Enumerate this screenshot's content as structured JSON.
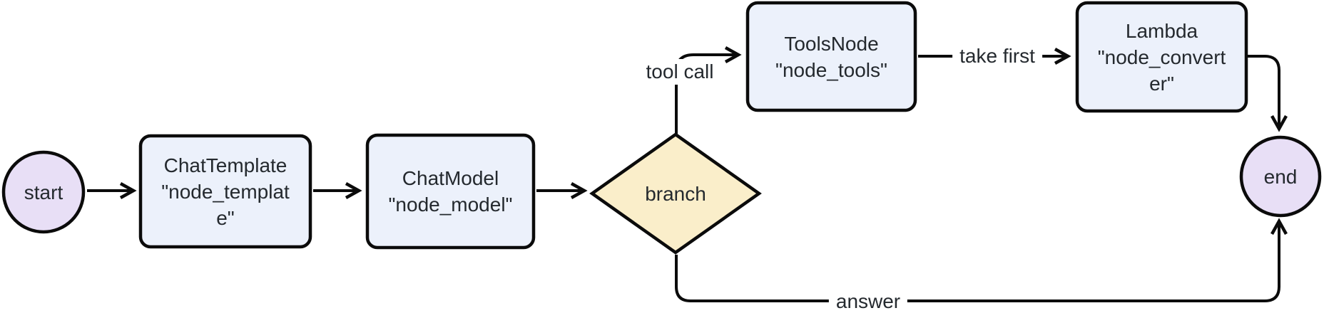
{
  "diagram": {
    "kind": "flowchart",
    "direction": "left-to-right",
    "nodes": [
      {
        "id": "start",
        "shape": "circle",
        "lines": [
          "start"
        ]
      },
      {
        "id": "node_template",
        "shape": "rounded-rect",
        "lines": [
          "ChatTemplate",
          "\"node_templat",
          "e\""
        ]
      },
      {
        "id": "node_model",
        "shape": "rounded-rect",
        "lines": [
          "ChatModel",
          "\"node_model\""
        ]
      },
      {
        "id": "branch",
        "shape": "diamond",
        "lines": [
          "branch"
        ]
      },
      {
        "id": "node_tools",
        "shape": "rounded-rect",
        "lines": [
          "ToolsNode",
          "\"node_tools\""
        ]
      },
      {
        "id": "node_converter",
        "shape": "rounded-rect",
        "lines": [
          "Lambda",
          "\"node_convert",
          "er\""
        ]
      },
      {
        "id": "end",
        "shape": "circle",
        "lines": [
          "end"
        ]
      }
    ],
    "edges": [
      {
        "from": "start",
        "to": "node_template",
        "label": ""
      },
      {
        "from": "node_template",
        "to": "node_model",
        "label": ""
      },
      {
        "from": "node_model",
        "to": "branch",
        "label": ""
      },
      {
        "from": "branch",
        "to": "node_tools",
        "label": "tool call"
      },
      {
        "from": "node_tools",
        "to": "node_converter",
        "label": "take first"
      },
      {
        "from": "node_converter",
        "to": "end",
        "label": ""
      },
      {
        "from": "branch",
        "to": "end",
        "label": "answer"
      }
    ]
  },
  "colors": {
    "canvas_background": "#FFFFFF",
    "rect_fill": "#ECF1FB",
    "circle_fill": "#E8DFF6",
    "diamond_fill": "#FAEECA",
    "stroke": "#0B0B0B",
    "text": "#24292E",
    "edge_label_background": "#FFFFFF"
  }
}
